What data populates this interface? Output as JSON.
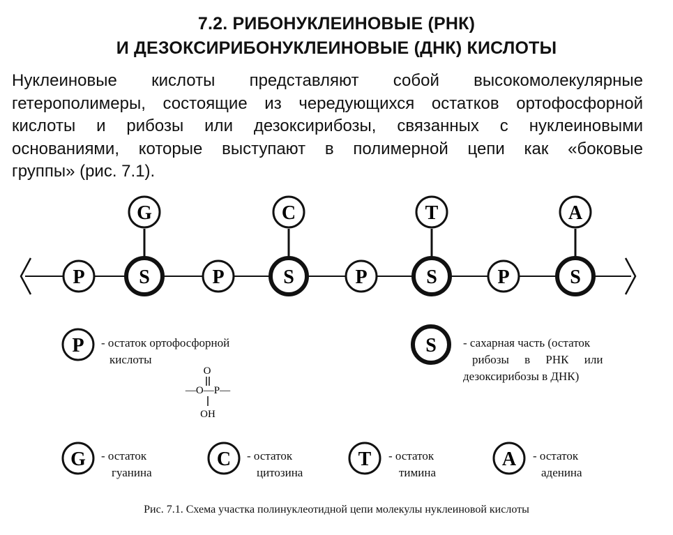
{
  "heading": {
    "line1": "7.2. РИБОНУКЛЕИНОВЫЕ (РНК)",
    "line2": "И ДЕЗОКСИРИБОНУКЛЕИНОВЫЕ (ДНК) КИСЛОТЫ"
  },
  "paragraph": {
    "lines": [
      "Нуклеиновые кислоты представляют собой высокомолекулярные",
      "гетерополимеры, состоящие из чередующихся остатков ортофосфорной",
      "кислоты и рибозы или дезоксирибозы, связанных с нуклеиновыми",
      "основаниями, которые выступают в полимерной цепи как «боковые",
      "группы» (рис. 7.1)."
    ]
  },
  "chain": {
    "units": [
      "P",
      "S",
      "P",
      "S",
      "P",
      "S",
      "P",
      "S"
    ],
    "bases": [
      "G",
      "C",
      "T",
      "A"
    ]
  },
  "legend": {
    "phosphate": {
      "symbol": "P",
      "line1": "- остаток ортофосфорной",
      "line2": "кислоты"
    },
    "sugar": {
      "symbol": "S",
      "line1": "- сахарная часть (остаток",
      "line2": "рибозы в РНК или",
      "line3": "дезоксирибозы в ДНК)"
    },
    "formula": {
      "o_top": "O",
      "chain": "—O—P—",
      "oh": "OH"
    },
    "bases": [
      {
        "symbol": "G",
        "line1": "- остаток",
        "line2": "гуанина"
      },
      {
        "symbol": "C",
        "line1": "- остаток",
        "line2": "цитозина"
      },
      {
        "symbol": "T",
        "line1": "- остаток",
        "line2": "тимина"
      },
      {
        "symbol": "A",
        "line1": "- остаток",
        "line2": "аденина"
      }
    ]
  },
  "caption": "Рис. 7.1. Схема участка полинуклеотидной цепи молекулы нуклеиновой кислоты"
}
